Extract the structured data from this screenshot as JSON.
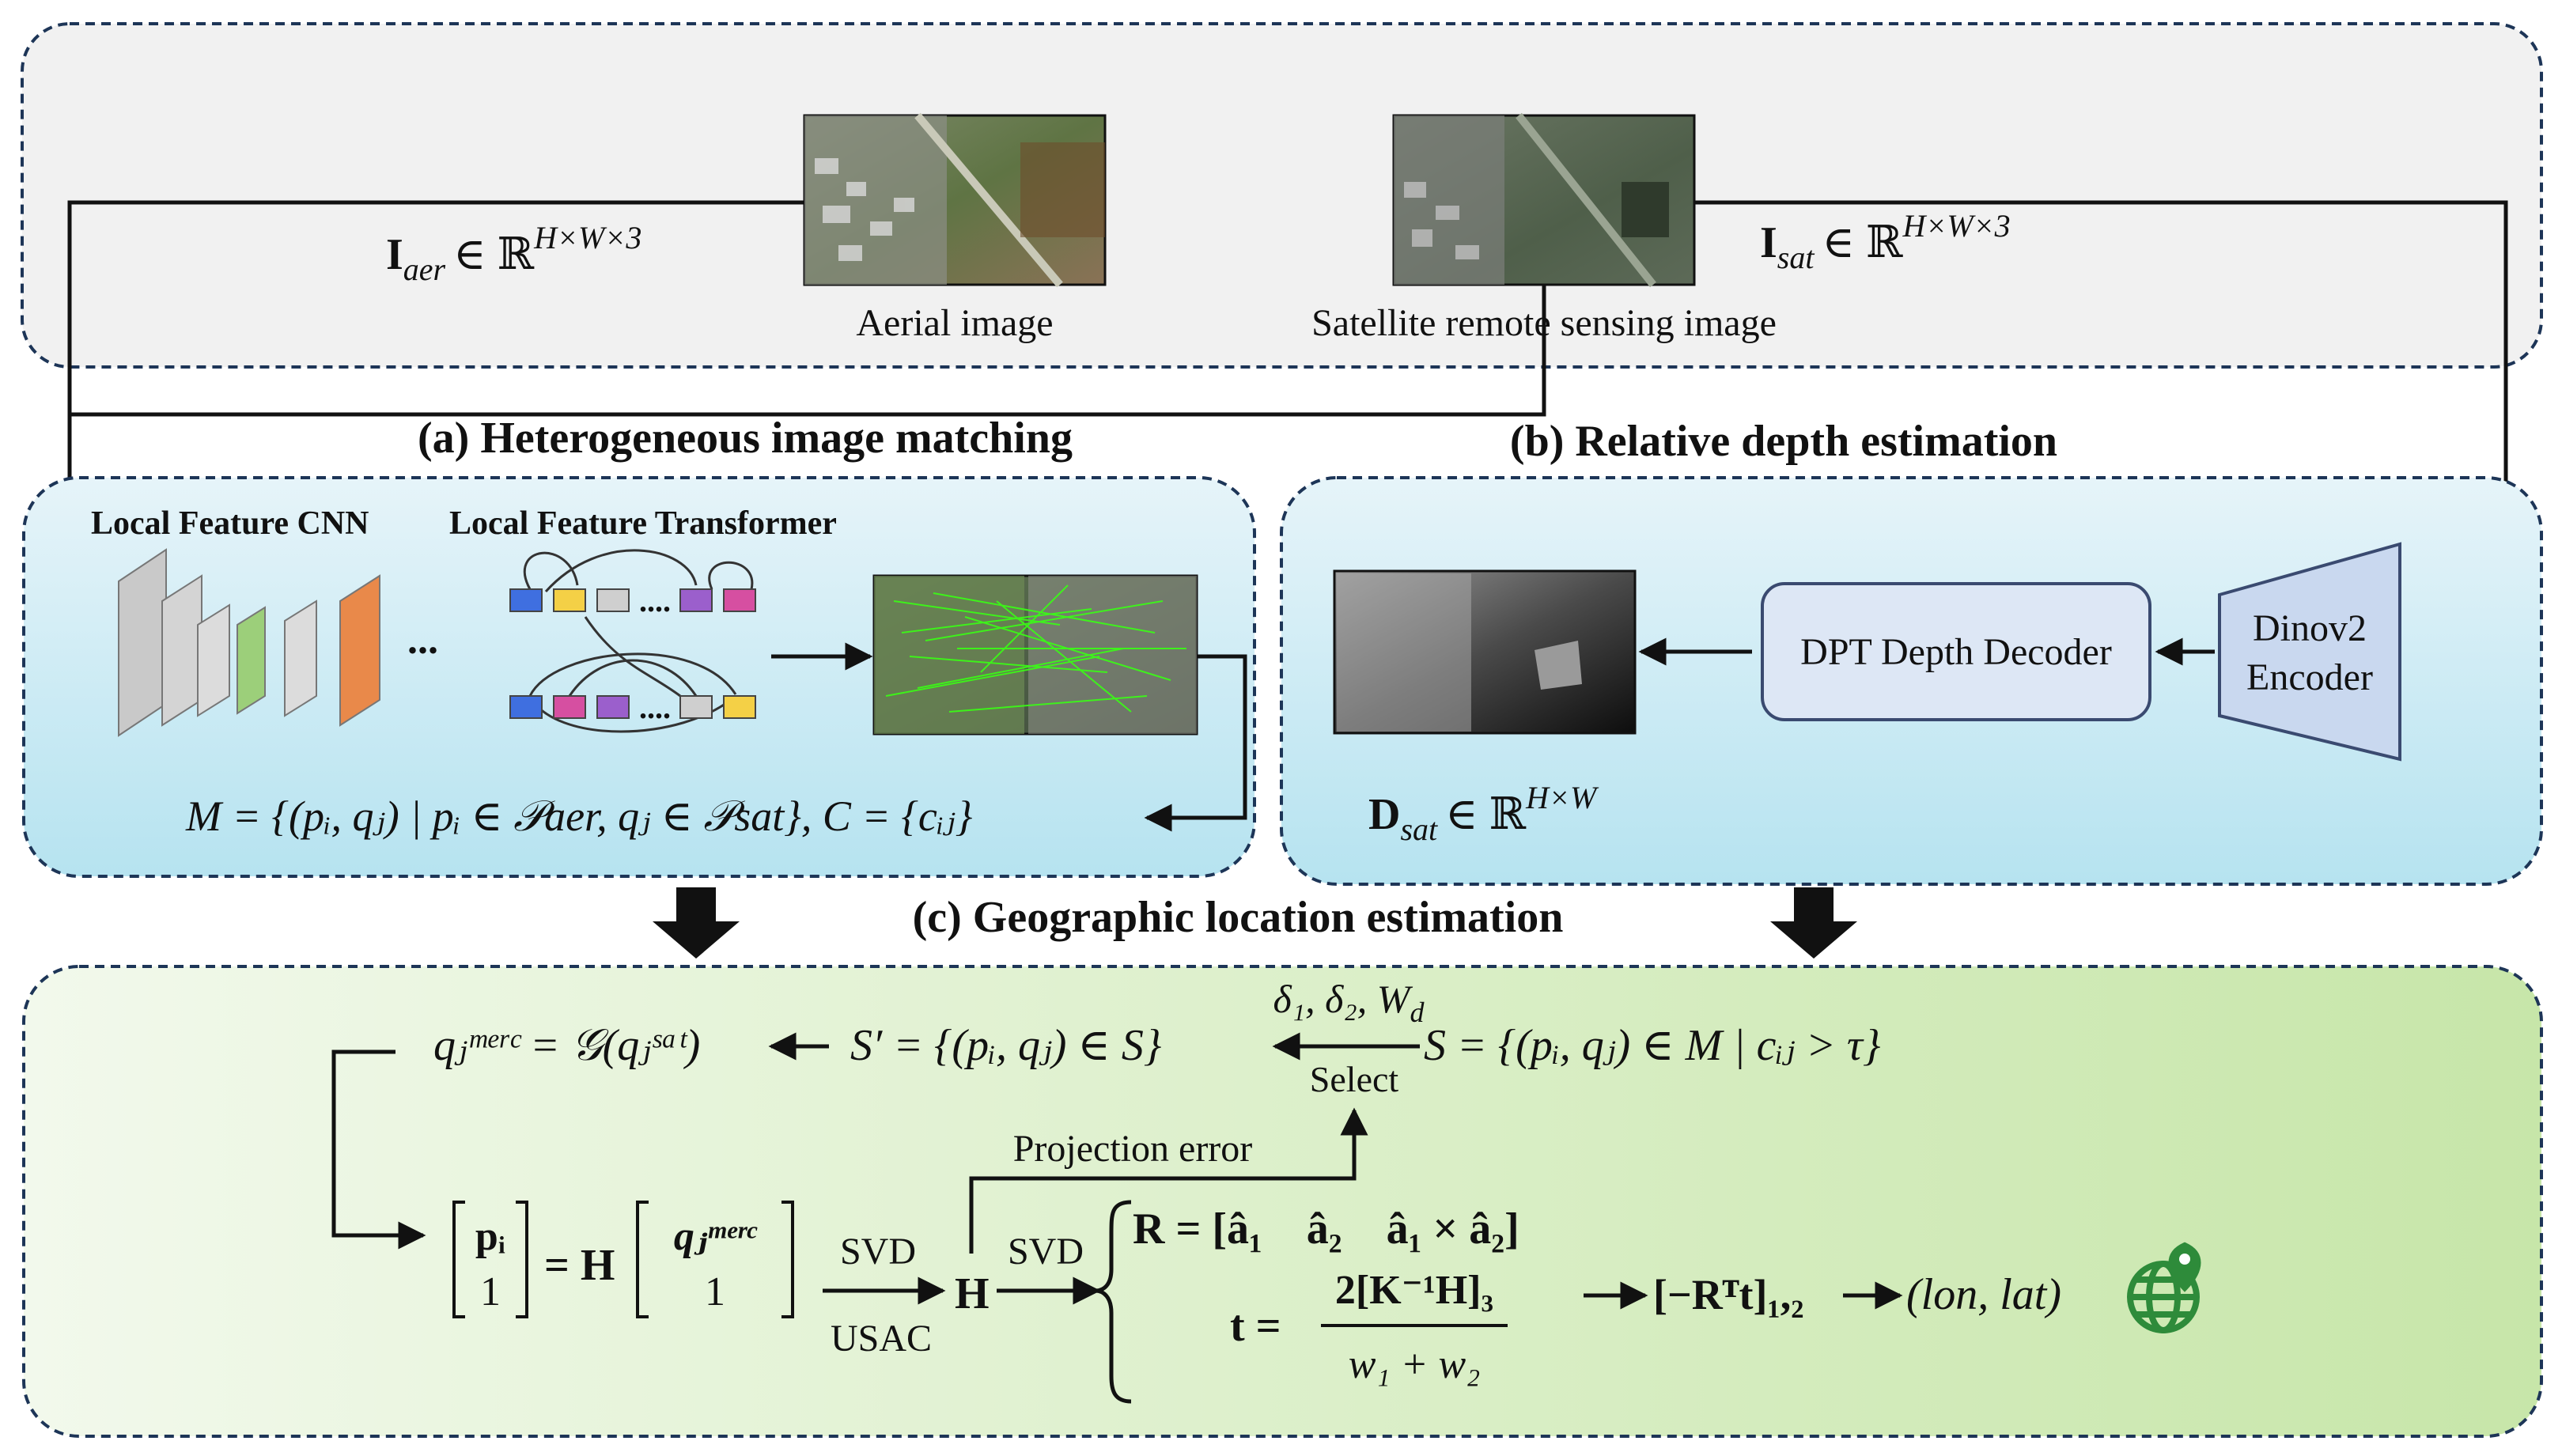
{
  "images": {
    "aerial_caption": "Aerial image",
    "satellite_caption": "Satellite remote sensing image"
  },
  "inputs": {
    "aer_symbol": "I",
    "aer_sub": "aer",
    "aer_space": "∈ ℝ",
    "aer_sup": "H×W×3",
    "sat_symbol": "I",
    "sat_sub": "sat",
    "sat_space": "∈ ℝ",
    "sat_sup": "H×W×3"
  },
  "sections": {
    "a_title": "(a) Heterogeneous image matching",
    "b_title": "(b) Relative depth estimation",
    "c_title": "(c) Geographic location estimation"
  },
  "panel_a": {
    "cnn_label": "Local Feature CNN",
    "transformer_label": "Local Feature Transformer",
    "ellipsis": "...",
    "matches_formula": "M = {(pᵢ, qⱼ) | pᵢ ∈ 𝒫aer, qⱼ ∈ 𝒫sat}, C = {cᵢⱼ}"
  },
  "panel_b": {
    "encoder_line1": "Dinov2",
    "encoder_line2": "Encoder",
    "decoder_label": "DPT Depth Decoder",
    "depth_symbol": "D",
    "depth_sub": "sat",
    "depth_space": "∈ ℝ",
    "depth_sup": "H×W"
  },
  "panel_c": {
    "qmerc_formula": "qⱼᵐᵉʳᶜ = 𝒢(qⱼˢᵃᵗ)",
    "s_prime_formula": "S′ = {(pᵢ, qⱼ) ∈ S}",
    "s_formula": "S = {(pᵢ, qⱼ) ∈ M | cᵢⱼ > τ}",
    "deltas_label": "δ₁, δ₂, W",
    "deltas_sub": "d",
    "select_label": "Select",
    "projection_error_label": "Projection error",
    "homography_lhs_top": "pᵢ",
    "homography_lhs_bottom": "1",
    "homography_equals": "= H",
    "homography_rhs_top": "qⱼᵐᵉʳᶜ",
    "homography_rhs_bottom": "1",
    "svd_label": "SVD",
    "usac_label": "USAC",
    "h_label": "H",
    "svd2_label": "SVD",
    "r_formula": "R = [â₁    â₂    â₁ × â₂]",
    "t_lhs": "t =",
    "t_numerator": "2[K⁻¹H]₃",
    "t_denominator": "w₁ + w₂",
    "pose_formula": "[−Rᵀt]₁,₂",
    "lonlat_formula": "(lon, lat)"
  },
  "colors": {
    "top_panel_bg": "#f1f1f1",
    "blue_panel_top": "#e6f4f9",
    "blue_panel_bottom": "#b6e3f0",
    "green_panel_left": "#f2f9ec",
    "green_panel_right": "#c7e6a9",
    "panel_border": "#1d3557",
    "decoder_fill": "#dde7f5",
    "decoder_border": "#3a4a70",
    "encoder_fill": "#c9d8ef",
    "match_lines": "#39ff14",
    "globe_icon": "#2e8b3a"
  },
  "icons": {
    "globe": "globe-location-icon",
    "down_arrow": "down-arrow-icon"
  }
}
